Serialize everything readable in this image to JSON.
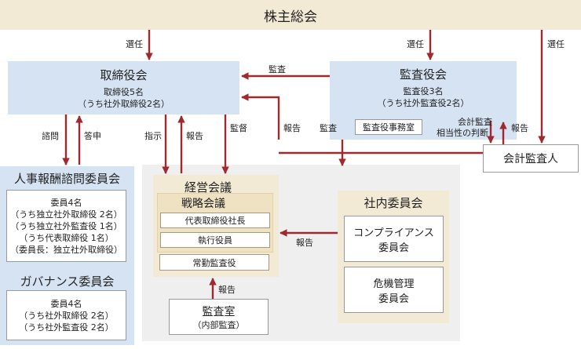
{
  "shareholders": "株主総会",
  "board": {
    "title": "取締役会",
    "line1": "取締役5名",
    "line2": "（うち社外取締役2名）"
  },
  "audit_board": {
    "title": "監査役会",
    "line1": "監査役3名",
    "line2": "（うち社外監査役2名）",
    "office": "監査役事務室"
  },
  "auditor": "会計監査人",
  "nomination": {
    "title": "人事報酬諮問委員会",
    "lines": [
      "委員4名",
      "（うち独立社外取締役 2名）",
      "（うち独立社外監査役 1名）",
      "（うち代表取締役 1名）",
      "（委員長：独立社外取締役）"
    ]
  },
  "governance": {
    "title": "ガバナンス委員会",
    "lines": [
      "委員4名",
      "（うち社外取締役 2名）",
      "（うち社外監査役 2名）"
    ]
  },
  "management": {
    "title": "経営会議",
    "strategy": "戦略会議",
    "ceo": "代表取締役社長",
    "officers": "執行役員",
    "standing_auditor": "常勤監査役"
  },
  "internal_committees": {
    "title": "社内委員会",
    "compliance": [
      "コンプライアンス",
      "委員会"
    ],
    "risk": [
      "危機管理",
      "委員会"
    ]
  },
  "audit_office": {
    "title": "監査室",
    "sub": "（内部監査）"
  },
  "labels": {
    "elect1": "選任",
    "elect2": "選任",
    "elect3": "選任",
    "audit": "監査",
    "consult": "諮問",
    "reply": "答申",
    "instruct": "指示",
    "report1": "報告",
    "supervise": "監督",
    "report2": "報告",
    "audit2": "監査",
    "adequacy": [
      "会計監査",
      "相当性の判断"
    ],
    "report3": "報告",
    "report4": "報告",
    "report5": "報告"
  },
  "colors": {
    "arrow": "#9e2a2f",
    "beige": "#f3ead5",
    "blue": "#d5e3f3"
  }
}
